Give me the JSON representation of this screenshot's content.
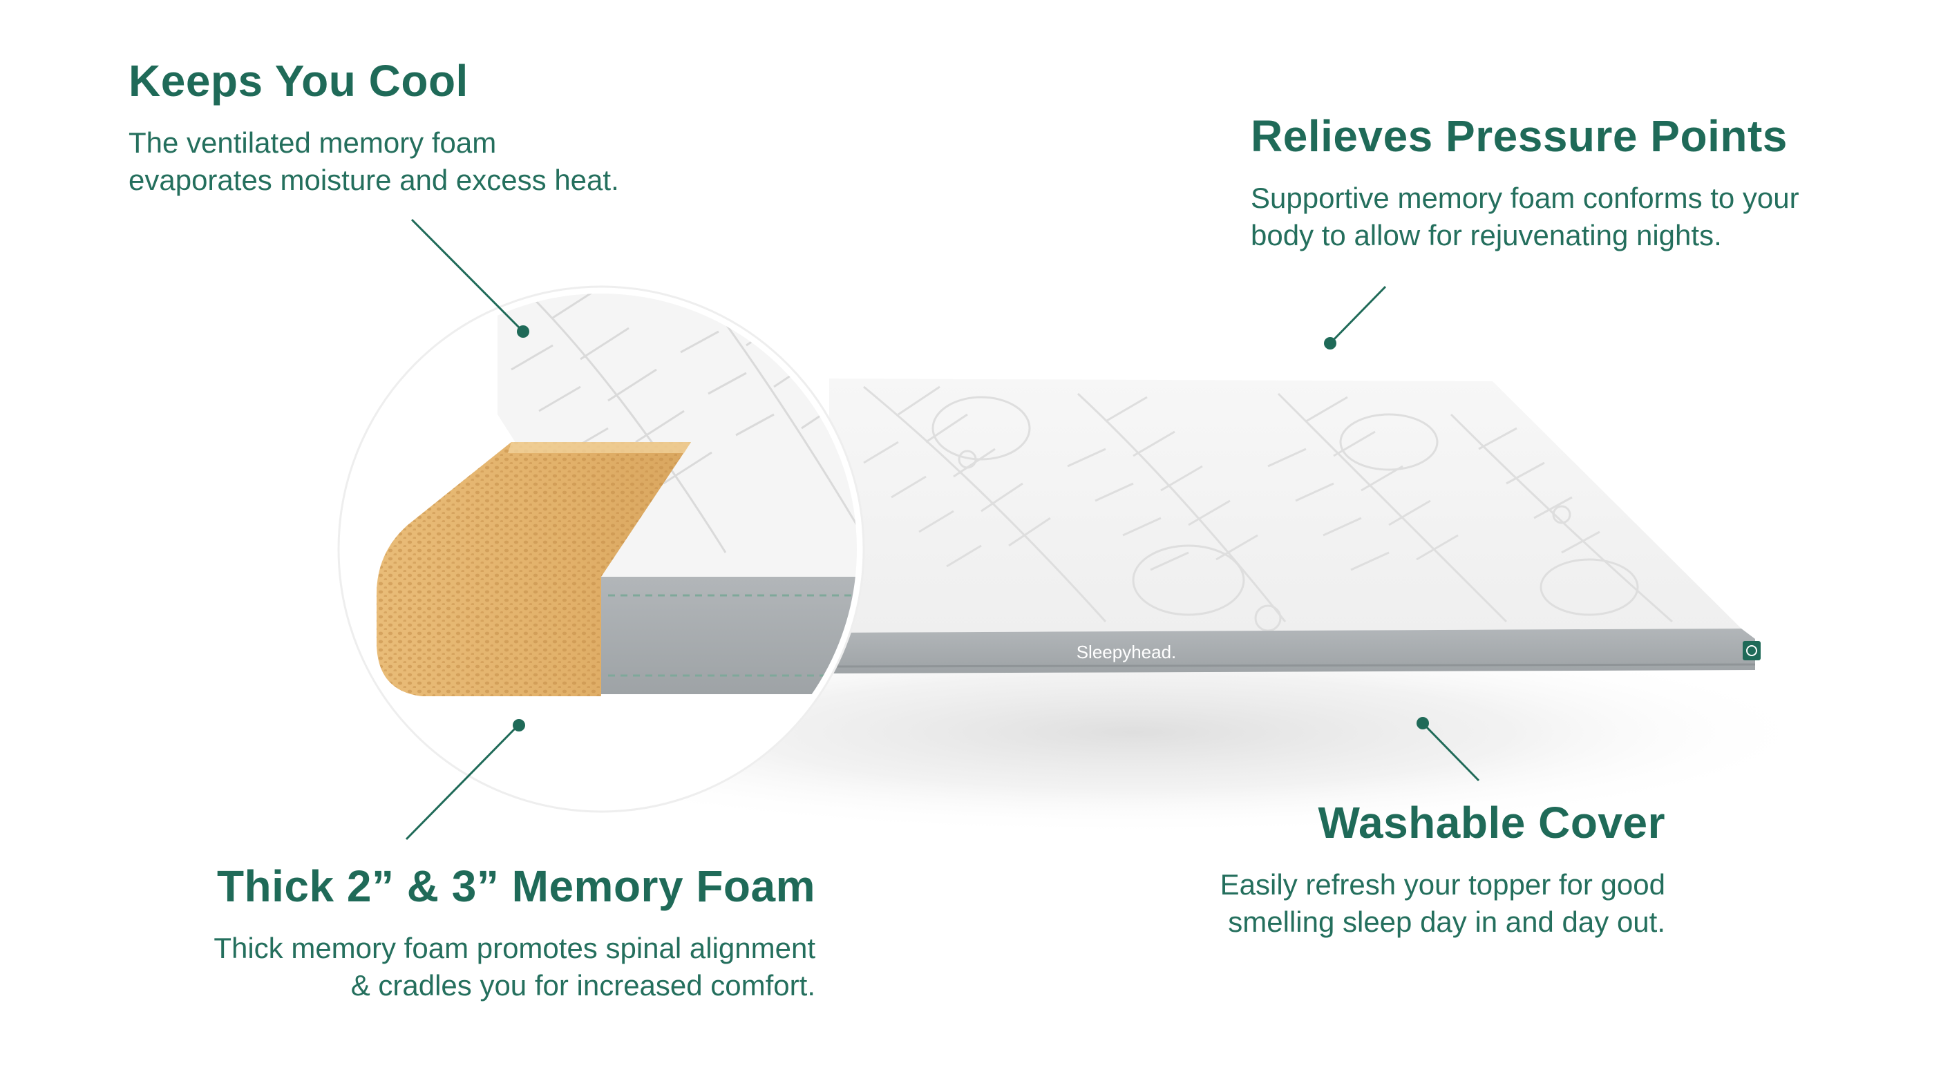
{
  "colors": {
    "heading": "#1f6a58",
    "body_text": "#246f5d",
    "callout_line": "#1f6a58",
    "foam": "#e4b46e",
    "cover_band": "#a9adb0",
    "cover_top": "#f4f4f4",
    "pattern_line": "#dcdcdc"
  },
  "features": {
    "cool": {
      "title": "Keeps You Cool",
      "lines": [
        "The ventilated memory foam",
        "evaporates moisture and excess heat."
      ]
    },
    "pressure": {
      "title": "Relieves Pressure Points",
      "lines": [
        "Supportive memory foam conforms to your",
        "body to allow for rejuvenating nights."
      ]
    },
    "foam": {
      "title": "Thick 2” & 3” Memory Foam",
      "lines": [
        "Thick memory foam promotes spinal alignment",
        "& cradles you for increased comfort."
      ]
    },
    "cover": {
      "title": "Washable Cover",
      "lines": [
        "Easily refresh your topper for good",
        "smelling sleep day in and day out."
      ]
    }
  },
  "product": {
    "brand_label": "Sleepyhead."
  },
  "icons": {
    "brand_tag": "leaf-logo-icon"
  }
}
